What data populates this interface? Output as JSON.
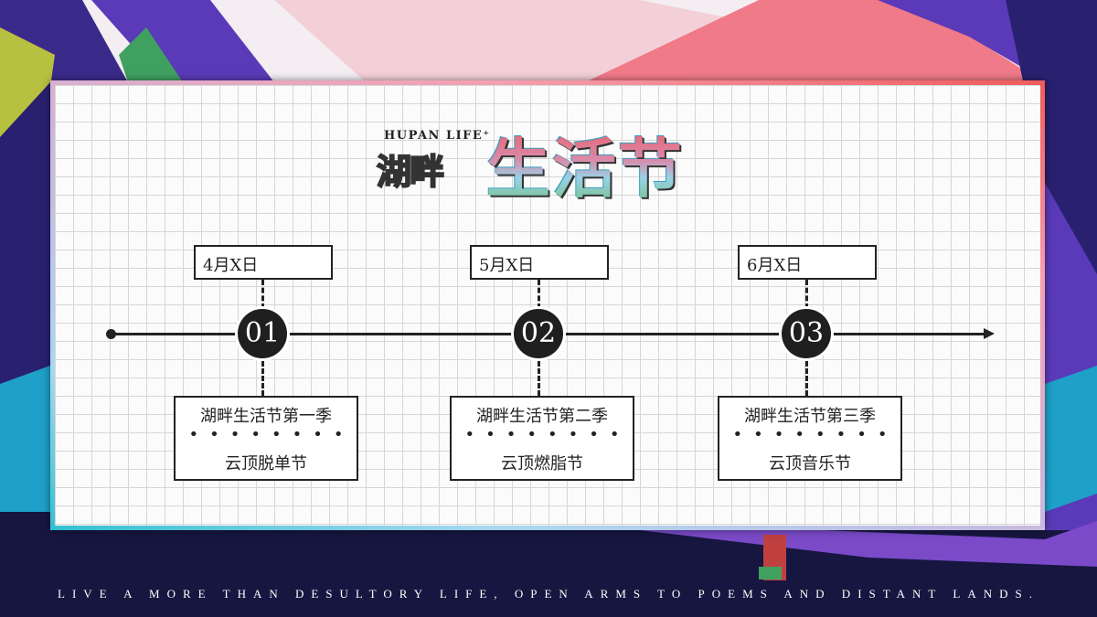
{
  "brand": {
    "english": "HUPAN LIFE⁺",
    "chinese_small": "湖畔",
    "chinese_large": "生活节"
  },
  "milestones": [
    {
      "number": "01",
      "date": "4月X日",
      "title": "湖畔生活节第一季",
      "dots": "••••••••",
      "subtitle": "云顶脱单节"
    },
    {
      "number": "02",
      "date": "5月X日",
      "title": "湖畔生活节第二季",
      "dots": "••••••••",
      "subtitle": "云顶燃脂节"
    },
    {
      "number": "03",
      "date": "6月X日",
      "title": "湖畔生活节第三季",
      "dots": "••••••••",
      "subtitle": "云顶音乐节"
    }
  ],
  "tagline": "LIVE A MORE THAN DESULTORY LIFE, OPEN ARMS TO POEMS AND DISTANT LANDS.",
  "colors": {
    "navy": "#1a1a4a",
    "purple": "#5a3ab0",
    "pink": "#f07080",
    "timeline": "#222222"
  }
}
